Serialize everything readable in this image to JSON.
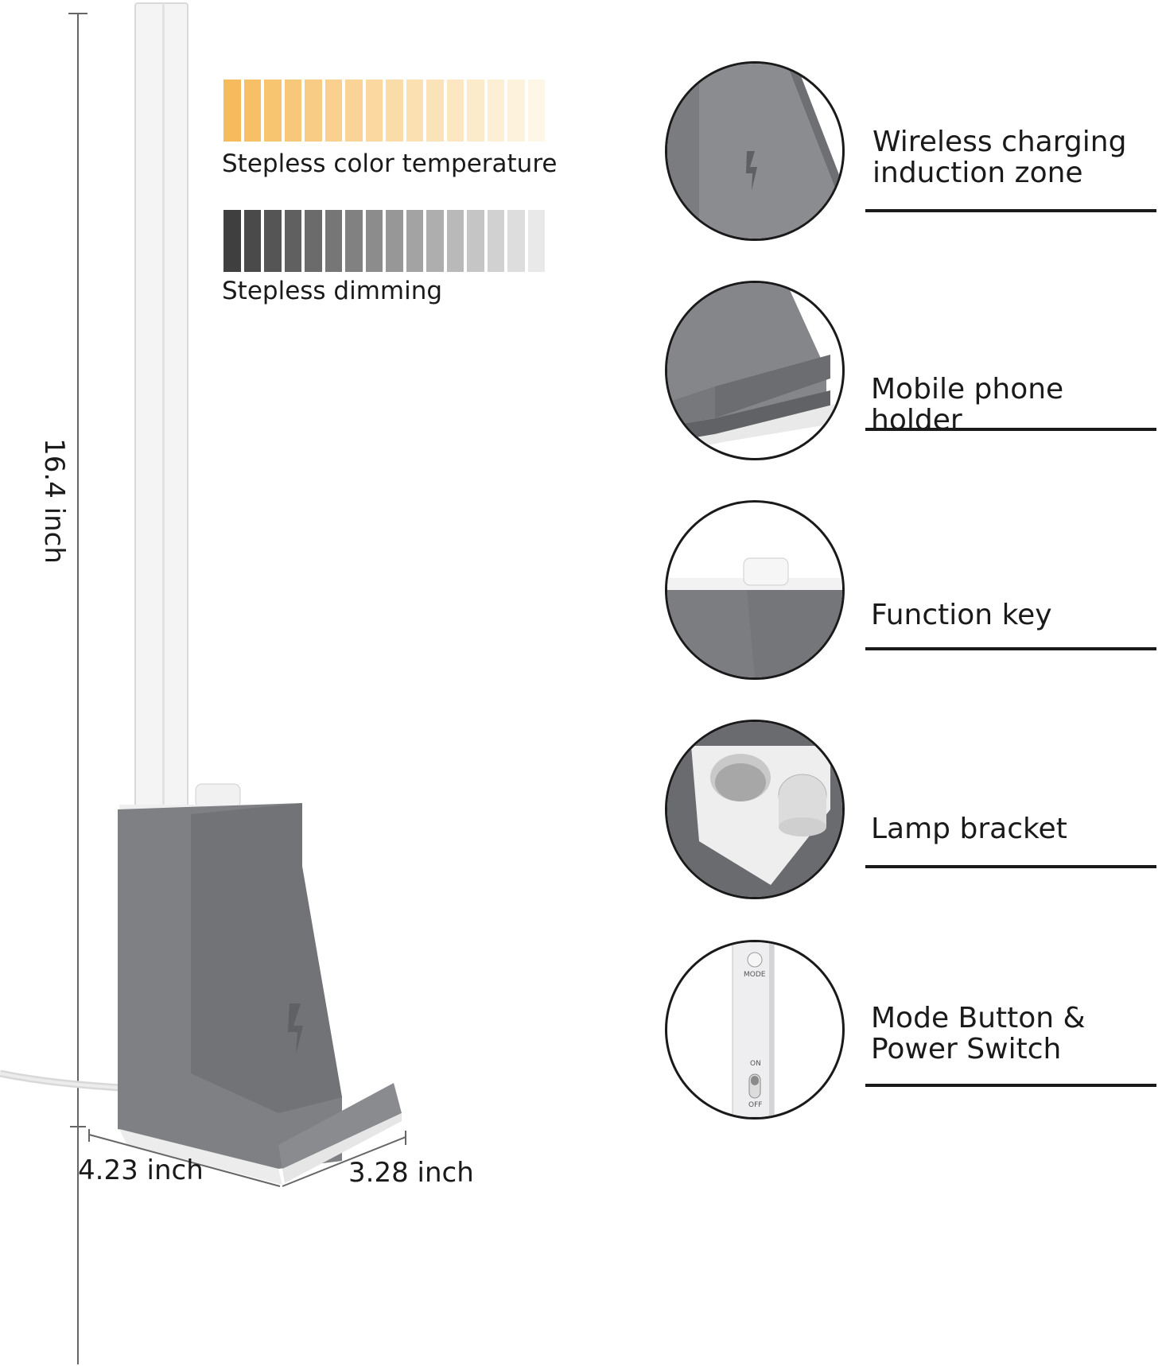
{
  "dimensions": {
    "height_label": "16.4 inch",
    "width_label": "4.23 inch",
    "depth_label": "3.28 inch"
  },
  "color_temperature": {
    "caption": "Stepless color temperature",
    "colors": [
      "#f6bb5c",
      "#f7c067",
      "#f7c470",
      "#f8c87a",
      "#f8cc84",
      "#f9d08d",
      "#f9d496",
      "#fad89f",
      "#fadca8",
      "#fbe0b1",
      "#fbe3b9",
      "#fce7c2",
      "#fcebcb",
      "#fdefd4",
      "#fdf3dd",
      "#fef6e6"
    ]
  },
  "dimming": {
    "caption": "Stepless dimming",
    "colors": [
      "#3f3f3f",
      "#4a4a4a",
      "#555555",
      "#606060",
      "#6b6b6b",
      "#767676",
      "#818181",
      "#8c8c8c",
      "#979797",
      "#a3a3a3",
      "#aeaeae",
      "#b9b9b9",
      "#c5c5c5",
      "#d1d1d1",
      "#dddddd",
      "#e9e9e9"
    ]
  },
  "features": [
    {
      "label_line1": "Wireless charging",
      "label_line2": "induction zone",
      "icon": "wireless-charging-zone"
    },
    {
      "label_line1": "Mobile phone holder",
      "label_line2": "",
      "icon": "phone-holder"
    },
    {
      "label_line1": "Function key",
      "label_line2": "",
      "icon": "function-key"
    },
    {
      "label_line1": "Lamp bracket",
      "label_line2": "",
      "icon": "lamp-bracket"
    },
    {
      "label_line1": "Mode Button &",
      "label_line2": "Power Switch",
      "icon": "mode-power-switch"
    }
  ],
  "switch_panel": {
    "mode_label": "MODE",
    "on_label": "ON",
    "off_label": "OFF"
  },
  "product_colors": {
    "base_gray": "#7d7e82",
    "base_dark": "#6a6b6f",
    "tube_white": "#f4f4f4"
  }
}
